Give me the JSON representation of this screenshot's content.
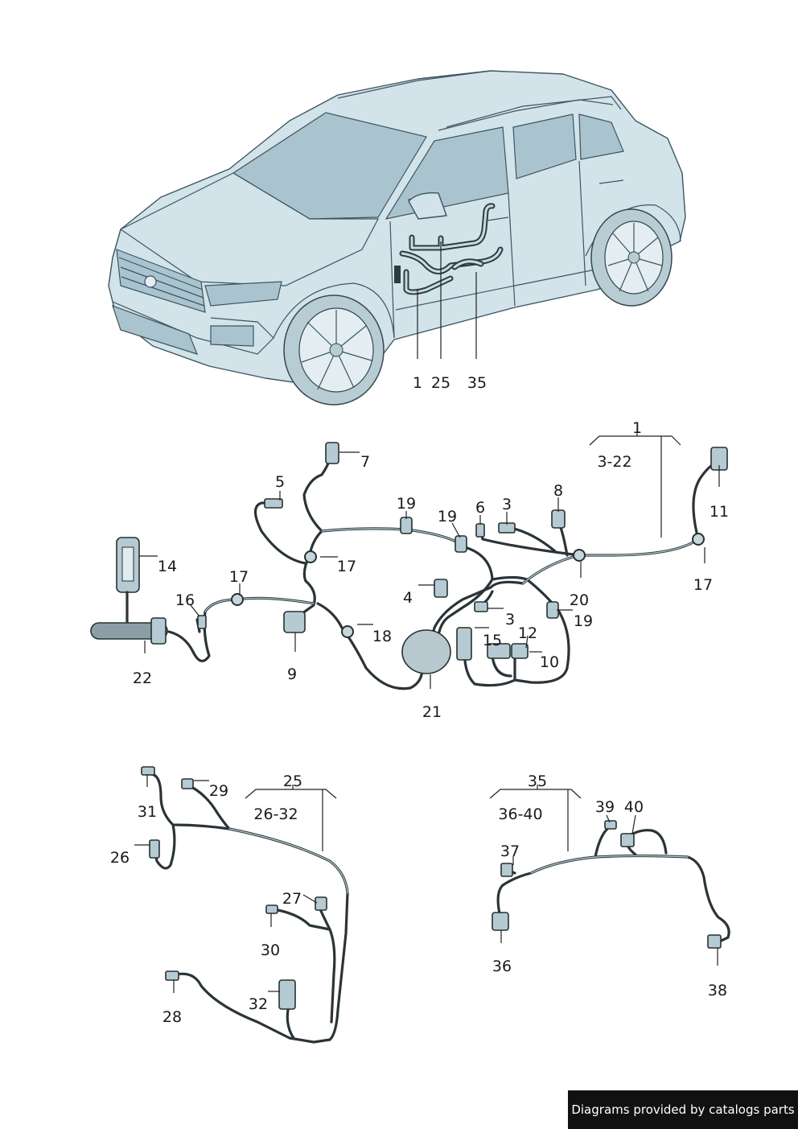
{
  "callouts": {
    "car": [
      "1",
      "25",
      "35"
    ],
    "main": [
      "1",
      "3-22",
      "3",
      "3",
      "4",
      "5",
      "6",
      "7",
      "8",
      "9",
      "10",
      "11",
      "12",
      "14",
      "15",
      "16",
      "17",
      "17",
      "17",
      "18",
      "19",
      "19",
      "19",
      "20",
      "21",
      "22"
    ],
    "group25": [
      "25",
      "26-32",
      "26",
      "27",
      "28",
      "29",
      "30",
      "31",
      "32"
    ],
    "group35": [
      "35",
      "36-40",
      "36",
      "37",
      "38",
      "39",
      "40"
    ]
  },
  "footer": {
    "text": "Diagrams provided by catalogs parts"
  },
  "colors": {
    "car_fill": "#d3e3ea",
    "wire": "#2b3438",
    "footer_bg": "#111111"
  }
}
